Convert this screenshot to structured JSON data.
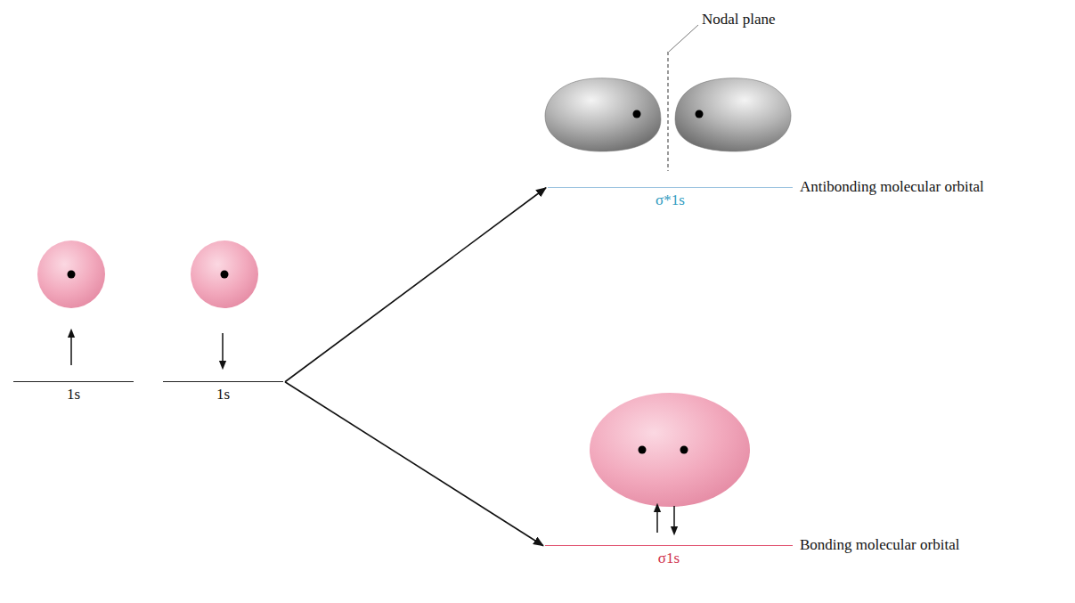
{
  "diagram": {
    "nodes": [
      {
        "text": [
          "1s"
        ]
      },
      {
        "text": [
          "1s"
        ]
      },
      {
        "text": [
          "σ*1s",
          "Antibonding molecular orbital"
        ]
      },
      {
        "text": [
          "σ1s",
          "Bonding molecular orbital"
        ]
      }
    ],
    "edges": [
      {
        "from": 1,
        "to": 2,
        "arrow": "to"
      },
      {
        "from": 1,
        "to": 3,
        "arrow": "to"
      }
    ],
    "labels": [
      "Nodal plane"
    ]
  }
}
